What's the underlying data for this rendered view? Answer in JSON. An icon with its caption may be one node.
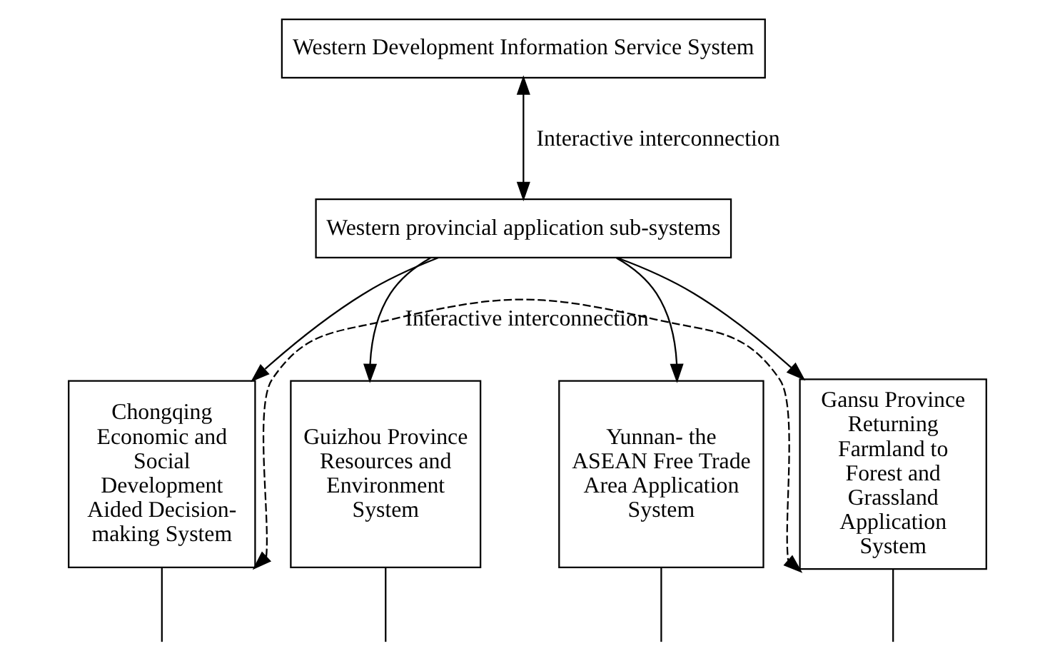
{
  "diagram": {
    "nodes": [
      {
        "text": [
          "Western Development Information Service System"
        ]
      },
      {
        "text": [
          "Western provincial application sub-systems"
        ]
      },
      {
        "text": [
          "Chongqing Economic and Social Development Aided Decision-making System"
        ]
      },
      {
        "text": [
          "Guizhou Province Resources and Environment System"
        ]
      },
      {
        "text": [
          "Yunnan- the ASEAN Free Trade Area Application System"
        ]
      },
      {
        "text": [
          "Gansu Province Returning Farmland to Forest and Grassland Application System"
        ]
      }
    ],
    "edges": [
      {
        "from": 0,
        "to": 1,
        "arrow": "both",
        "label": "Interactive interconnection"
      },
      {
        "from": 1,
        "to": 2,
        "arrow": "to"
      },
      {
        "from": 1,
        "to": 3,
        "arrow": "to"
      },
      {
        "from": 1,
        "to": 4,
        "arrow": "to"
      },
      {
        "from": 1,
        "to": 5,
        "arrow": "to"
      },
      {
        "from": 2,
        "to": null,
        "arrow": "none"
      },
      {
        "from": 3,
        "to": null,
        "arrow": "none"
      },
      {
        "from": 4,
        "to": null,
        "arrow": "none"
      },
      {
        "from": 5,
        "to": null,
        "arrow": "none"
      },
      {
        "from": 2,
        "to": 5,
        "arrow": "both",
        "style": "dashed",
        "label": "Interactive interconnection"
      }
    ]
  }
}
